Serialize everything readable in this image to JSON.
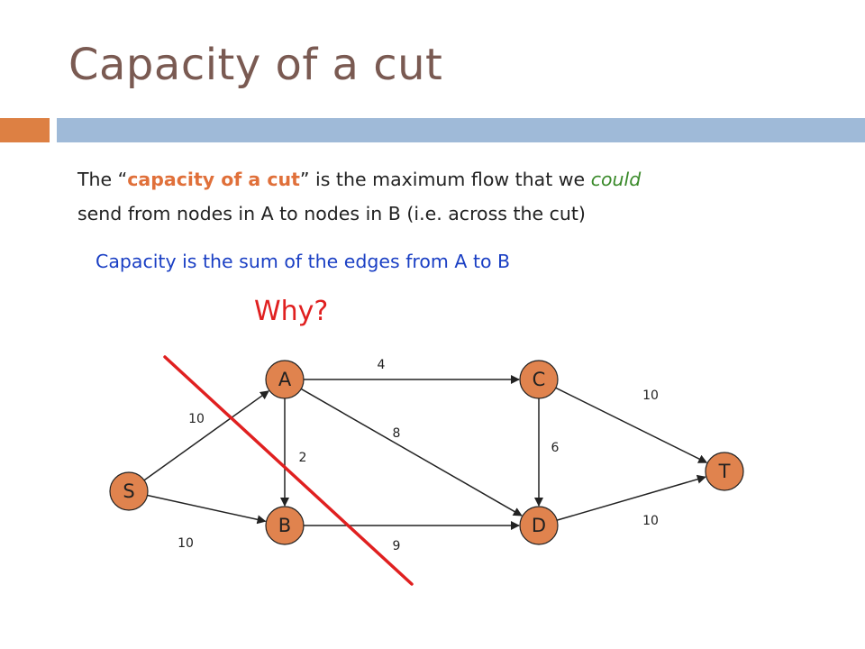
{
  "slide": {
    "title": "Capacity of a cut",
    "para_1": "The “",
    "para_highlight": "capacity of a cut",
    "para_2": "” is the maximum flow that we ",
    "para_italic": "could",
    "para_3": " send from nodes in A to nodes in B (i.e. across the cut)",
    "subtitle": "Capacity is the sum of the edges from A to B",
    "question": "Why?"
  },
  "colors": {
    "node_fill": "#e0834e",
    "cut_line": "#e02020",
    "title": "#7a5a52",
    "highlight": "#e0703a",
    "emphasis": "#3a8a2a",
    "subtitle": "#1a3fc4",
    "accent_orange": "#dd8043",
    "accent_blue": "#9fbad8"
  },
  "diagram": {
    "nodes": [
      {
        "id": "S",
        "label": "S"
      },
      {
        "id": "A",
        "label": "A"
      },
      {
        "id": "B",
        "label": "B"
      },
      {
        "id": "C",
        "label": "C"
      },
      {
        "id": "D",
        "label": "D"
      },
      {
        "id": "T",
        "label": "T"
      }
    ],
    "edges": [
      {
        "from": "S",
        "to": "A",
        "capacity": "10"
      },
      {
        "from": "S",
        "to": "B",
        "capacity": "10"
      },
      {
        "from": "A",
        "to": "B",
        "capacity": "2"
      },
      {
        "from": "A",
        "to": "C",
        "capacity": "4"
      },
      {
        "from": "A",
        "to": "D",
        "capacity": "8"
      },
      {
        "from": "B",
        "to": "D",
        "capacity": "9"
      },
      {
        "from": "C",
        "to": "D",
        "capacity": "6"
      },
      {
        "from": "C",
        "to": "T",
        "capacity": "10"
      },
      {
        "from": "D",
        "to": "T",
        "capacity": "10"
      }
    ]
  }
}
